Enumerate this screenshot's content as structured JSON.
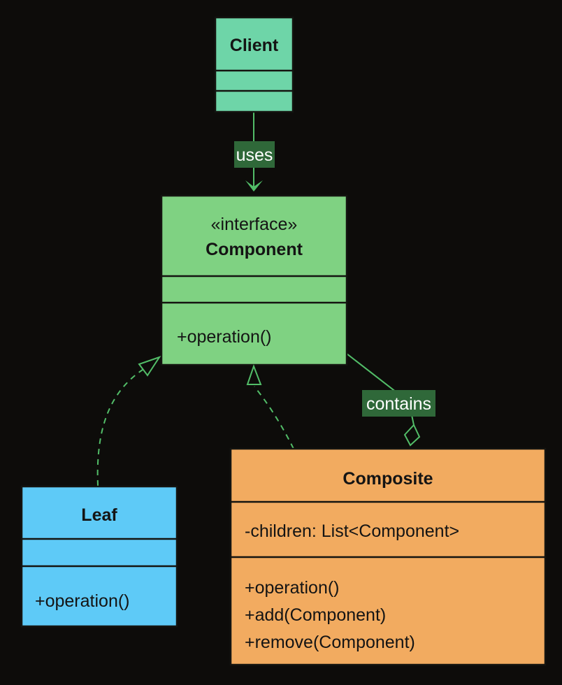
{
  "diagram": {
    "classes": {
      "client": {
        "name": "Client"
      },
      "component": {
        "stereotype": "«interface»",
        "name": "Component",
        "methods": [
          "+operation()"
        ]
      },
      "leaf": {
        "name": "Leaf",
        "methods": [
          "+operation()"
        ]
      },
      "composite": {
        "name": "Composite",
        "attributes": [
          "-children: List<Component>"
        ],
        "methods": [
          "+operation()",
          "+add(Component)",
          "+remove(Component)"
        ]
      }
    },
    "edge_labels": {
      "uses": "uses",
      "contains": "contains"
    }
  },
  "colors": {
    "background": "#0d0c0a",
    "client_fill": "#6ed5a8",
    "component_fill": "#7fd282",
    "leaf_fill": "#5ecaf7",
    "composite_fill": "#f2ab60",
    "label_bg": "#2f6839",
    "label_text": "#ffffff",
    "edge": "#52bd68",
    "box_border": "#141410",
    "text": "#141414"
  }
}
